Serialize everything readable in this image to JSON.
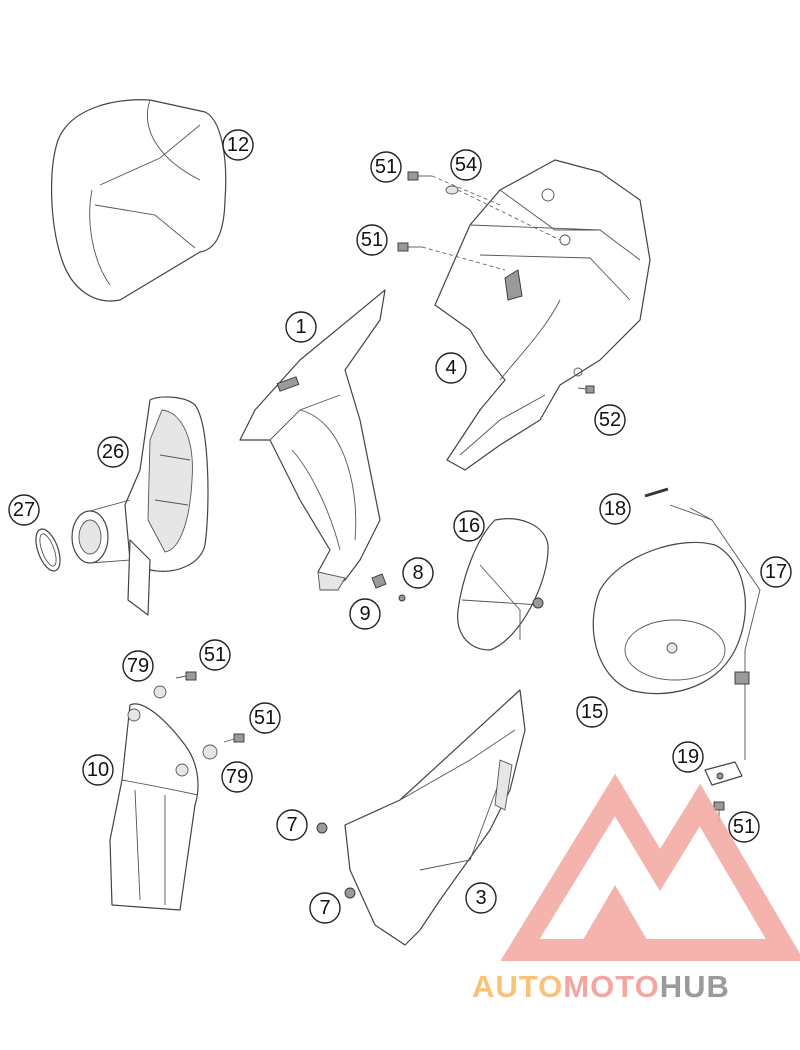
{
  "callouts": [
    "12",
    "51",
    "54",
    "51",
    "1",
    "4",
    "52",
    "26",
    "27",
    "8",
    "9",
    "16",
    "18",
    "17",
    "79",
    "51",
    "51",
    "79",
    "10",
    "15",
    "19",
    "7",
    "3",
    "7",
    "51"
  ],
  "watermark": {
    "part1": "AUTO",
    "part2": "MOTO",
    "part3": "HUB",
    "color_primary": "#f4a6a0",
    "color_secondary": "#f7c27a",
    "color_dark": "#9a9a9a"
  }
}
